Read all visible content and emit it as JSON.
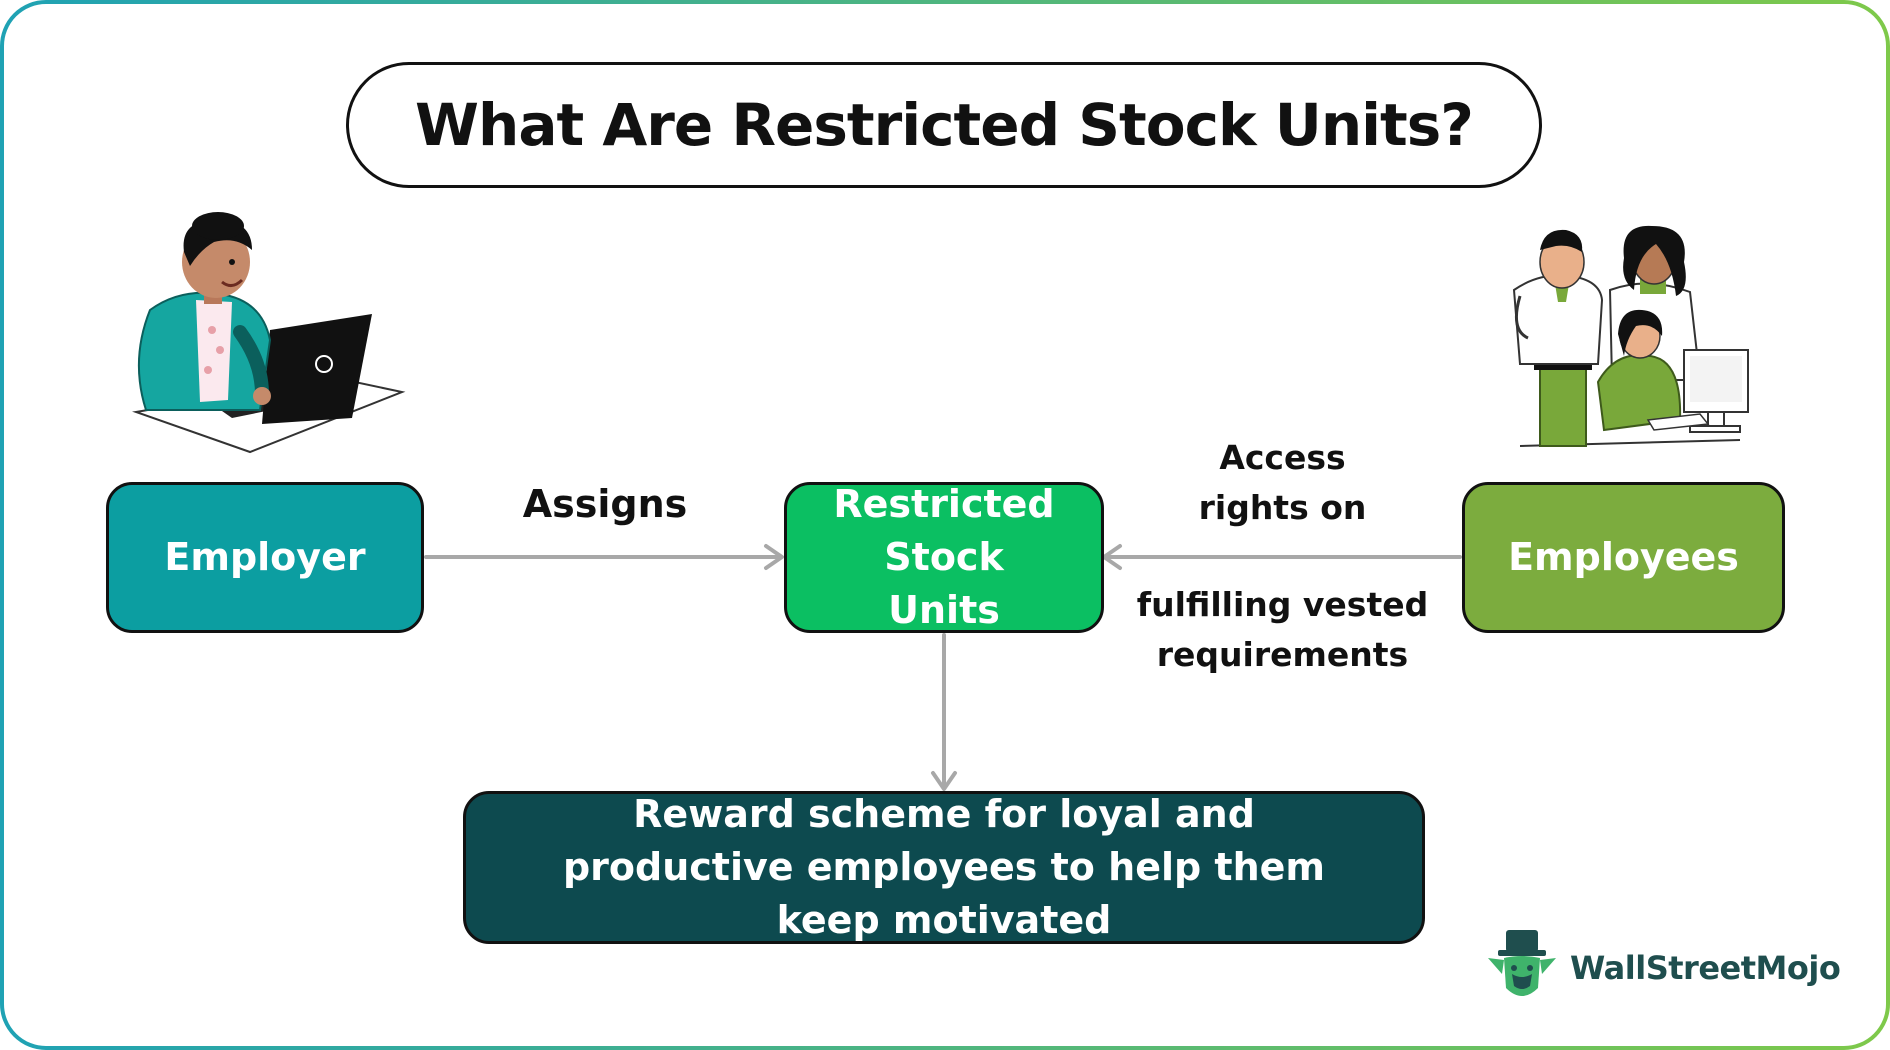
{
  "title": "What Are Restricted Stock Units?",
  "nodes": {
    "employer": "Employer",
    "rsu": "Restricted Stock Units",
    "employees": "Employees",
    "reward": "Reward scheme for loyal and productive employees to help them keep motivated"
  },
  "edges": {
    "assigns": "Assigns",
    "access": "Access rights on",
    "fulfilling": "fulfilling vested requirements"
  },
  "brand": {
    "name": "WallStreetMojo",
    "logo_icon": "mojo-mascot-icon"
  },
  "illustrations": {
    "left": "person-at-laptop-illustration",
    "right": "team-at-computer-illustration"
  },
  "colors": {
    "employer": "#0c9ea1",
    "rsu": "#0bbf62",
    "employees": "#7cac3e",
    "reward": "#0d4a4f",
    "arrow": "#a8a8a8",
    "frame_start": "#1fa2b4",
    "frame_end": "#7ec94a"
  }
}
